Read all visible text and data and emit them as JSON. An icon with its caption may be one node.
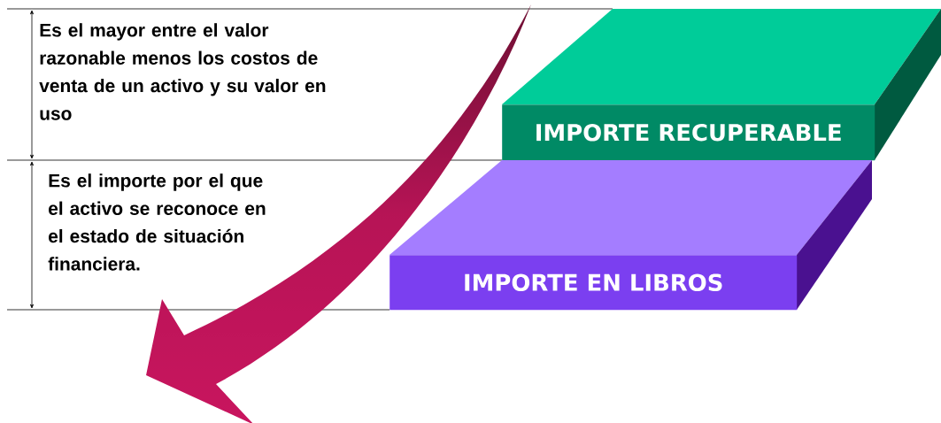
{
  "diagram": {
    "nodes": [
      {
        "text": [
          "IMPORTE RECUPERABLE"
        ]
      },
      {
        "text": [
          "IMPORTE EN LIBROS"
        ]
      }
    ],
    "edges": [],
    "labels": [
      "Es el mayor entre el valor razonable menos los costos de venta de un activo y su valor en uso",
      "Es el importe por el que el activo se reconoce en el estado de situación financiera."
    ]
  }
}
